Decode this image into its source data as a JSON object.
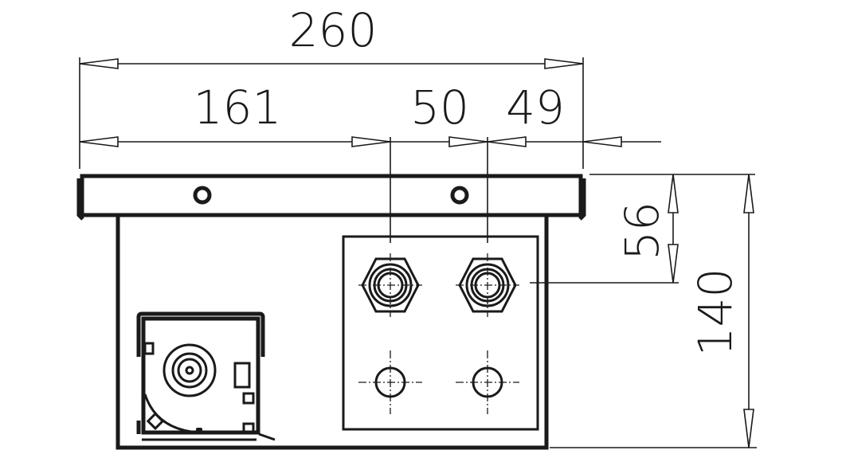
{
  "dimensions": {
    "overall_width": "260",
    "left_offset": "161",
    "pipe_spacing": "50",
    "right_offset": "49",
    "pipe_height": "56",
    "overall_height": "140"
  },
  "colors": {
    "line": "#1a1a1a",
    "background": "#ffffff"
  }
}
